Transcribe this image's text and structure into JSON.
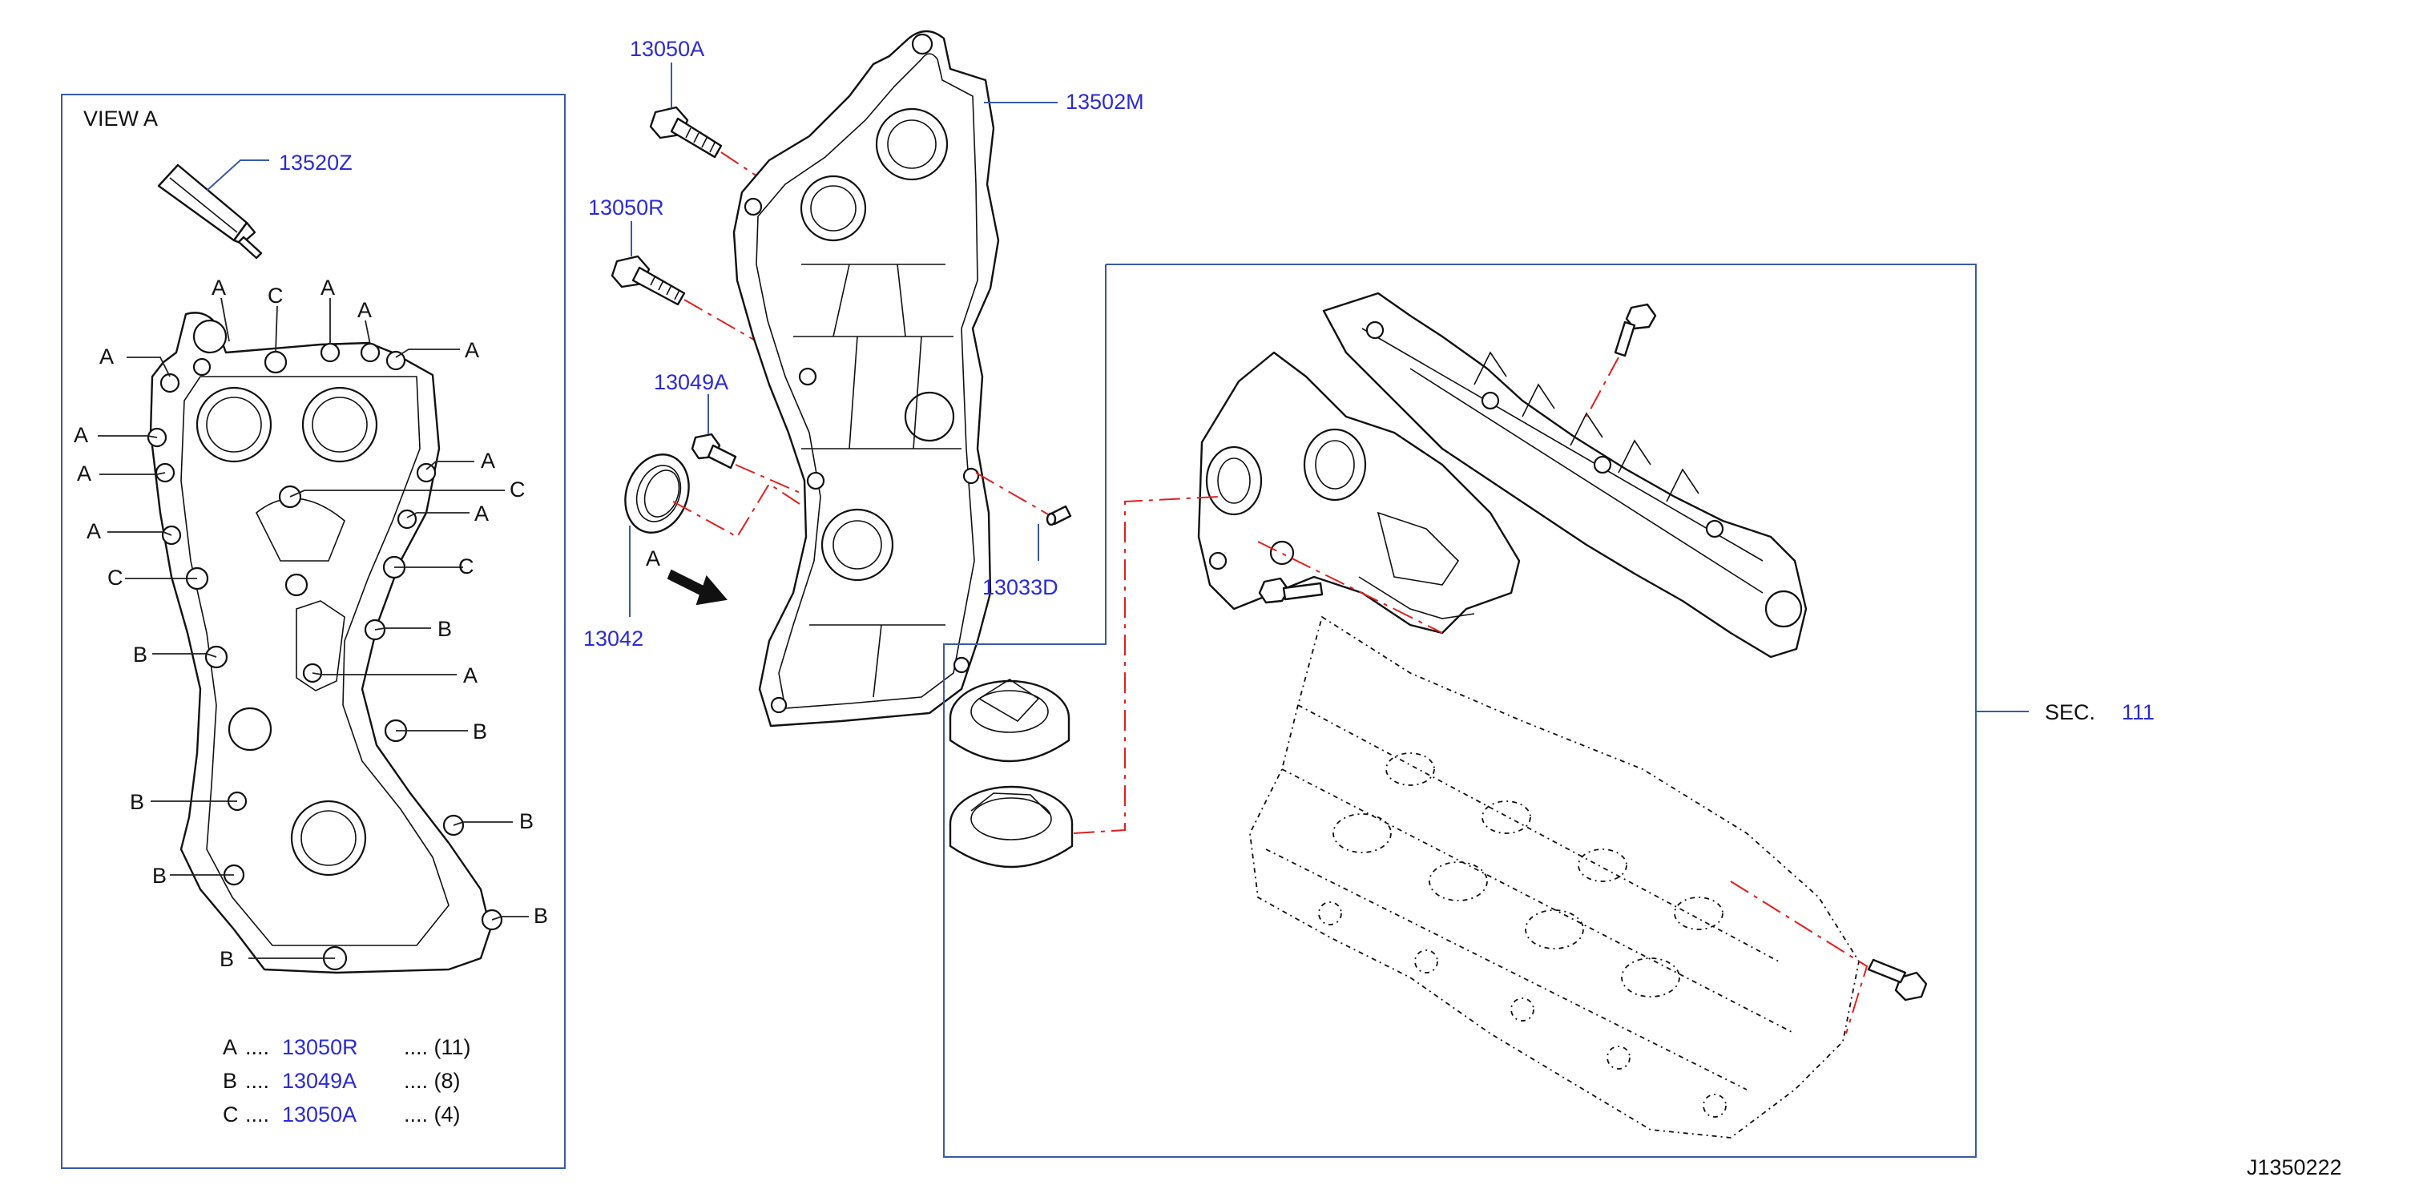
{
  "labels": {
    "view_a": "VIEW   A",
    "p13520z": "13520Z",
    "p13050a_top": "13050A",
    "p13502m": "13502M",
    "p13050r": "13050R",
    "p13049a": "13049A",
    "p13042": "13042",
    "p13033d": "13033D",
    "arrow_a": "A",
    "sec_prefix": "SEC.",
    "sec_number": "111",
    "diagram_code": "J1350222"
  },
  "bolt_letters": {
    "a": "A",
    "b": "B",
    "c": "C"
  },
  "legend": [
    {
      "letter": "A",
      "dots": "....",
      "part": "13050R",
      "qty": ".... (11)"
    },
    {
      "letter": "B",
      "dots": "....",
      "part": "13049A",
      "qty": ".... (8)"
    },
    {
      "letter": "C",
      "dots": "....",
      "part": "13050A",
      "qty": ".... (4)"
    }
  ],
  "colors": {
    "part_number": "#2b2bd6",
    "frame": "#3a5aa8",
    "centerline": "#e02020",
    "line": "#111111"
  }
}
